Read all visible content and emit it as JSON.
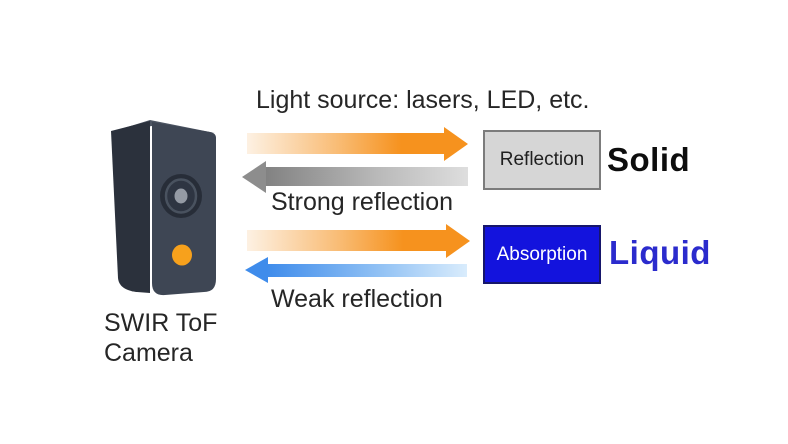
{
  "labels": {
    "light_source": "Light source: lasers, LED, etc.",
    "strong_reflection": "Strong reflection",
    "weak_reflection": "Weak reflection",
    "camera_line1": "SWIR ToF",
    "camera_line2": "Camera"
  },
  "targets": {
    "solid": {
      "box_label": "Reflection",
      "state_label": "Solid"
    },
    "liquid": {
      "box_label": "Absorption",
      "state_label": "Liquid"
    }
  },
  "icons": {
    "emitted_arrows": "orange-gradient-right-arrow",
    "strong_return_arrow": "gray-gradient-left-arrow",
    "weak_return_arrow": "blue-gradient-left-arrow",
    "camera": "swir-tof-camera-illustration"
  },
  "colors": {
    "orange": "#f6921e",
    "gray_arrow": "#8d8d8d",
    "blue_arrow": "#3f8ceb",
    "reflection_box_bg": "#d6d6d6",
    "reflection_box_border": "#7c7c7c",
    "absorption_box_bg": "#1313dd",
    "absorption_box_border": "#16166b",
    "solid_text": "#0d0d0d",
    "liquid_text": "#2b2bcd",
    "body_text": "#262626",
    "camera_front": "#3e4654",
    "camera_side": "#2b313c",
    "camera_top": "#4d5563",
    "camera_led": "#f7a11c"
  }
}
